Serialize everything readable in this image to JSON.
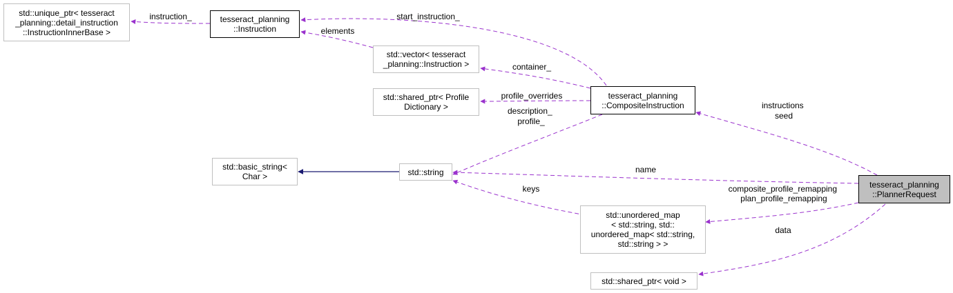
{
  "nodes": {
    "unique_ptr": {
      "lines": [
        "std::unique_ptr< tesseract",
        "_planning::detail_instruction",
        "::InstructionInnerBase >"
      ]
    },
    "instruction": {
      "lines": [
        "tesseract_planning",
        "::Instruction"
      ]
    },
    "vector": {
      "lines": [
        "std::vector< tesseract",
        "_planning::Instruction >"
      ]
    },
    "shared_ptr_profile": {
      "lines": [
        "std::shared_ptr< Profile",
        "Dictionary >"
      ]
    },
    "composite": {
      "lines": [
        "tesseract_planning",
        "::CompositeInstruction"
      ]
    },
    "basic_string": {
      "lines": [
        "std::basic_string<",
        "Char >"
      ]
    },
    "string": {
      "lines": [
        "std::string"
      ]
    },
    "unordered_map": {
      "lines": [
        "std::unordered_map",
        "< std::string, std::",
        "unordered_map< std::string,",
        "std::string > >"
      ]
    },
    "shared_ptr_void": {
      "lines": [
        "std::shared_ptr< void >"
      ]
    },
    "planner_request": {
      "lines": [
        "tesseract_planning",
        "::PlannerRequest"
      ]
    }
  },
  "edge_labels": {
    "instruction_": [
      "instruction_"
    ],
    "start_instruction_": [
      "start_instruction_"
    ],
    "elements": [
      "elements"
    ],
    "container_": [
      "container_"
    ],
    "profile_overrides": [
      "profile_overrides"
    ],
    "description_profile": [
      "description_",
      "profile_"
    ],
    "instructions_seed": [
      "instructions",
      "seed"
    ],
    "name": [
      "name"
    ],
    "keys": [
      "keys"
    ],
    "remapping": [
      "composite_profile_remapping",
      "plan_profile_remapping"
    ],
    "data": [
      "data"
    ]
  },
  "colors": {
    "usage_edge": "#9a32cd",
    "inherit_edge": "#191970",
    "focus_fill": "#bfbfbf",
    "node_border": "#bfbfbf"
  }
}
